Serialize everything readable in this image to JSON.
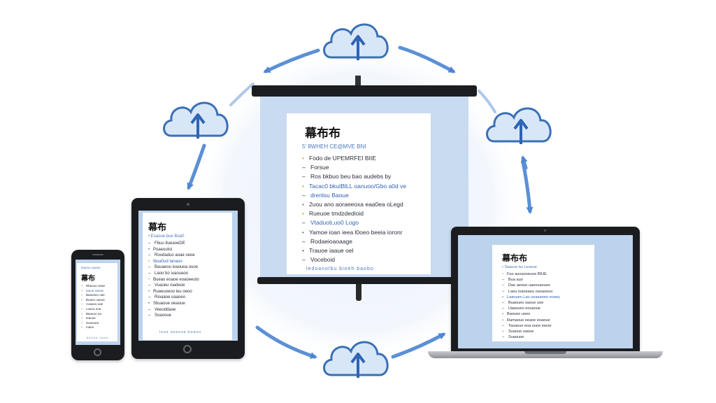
{
  "document": {
    "title": "幕布布",
    "subtitle": "5' 8WHEH CE@MVE BNI",
    "items": [
      {
        "bullet": "•",
        "text": "Fodo de UPEMRFEI BIIE",
        "highlight": false
      },
      {
        "bullet": "–",
        "text": "Forsue",
        "highlight": false
      },
      {
        "bullet": "–",
        "text": "Ros bkbuo beu  bao audebs by",
        "highlight": false
      },
      {
        "bullet": "•",
        "text": "Tacac0 bkutBlLL oanuoo/Gbo a0d ve",
        "highlight": true
      },
      {
        "bullet": "–",
        "text": "drenlsu Baoue",
        "highlight": true
      },
      {
        "bullet": "•",
        "text": "2uou ano aoraeeoxa eaa0ea oLegd",
        "highlight": false
      },
      {
        "bullet": "•",
        "text": "Rueuoe tmdzdedioid",
        "highlight": false
      },
      {
        "bullet": "–",
        "text": "Vtaduoti,uo0 Logo",
        "highlight": true
      },
      {
        "bullet": "•",
        "text": "Yamoe ioan ieea l0oeo beeia ioronr",
        "highlight": false
      },
      {
        "bullet": "–",
        "text": "Rodaeioaoaage",
        "highlight": false
      },
      {
        "bullet": "•",
        "text": "Trauoe iaaue oel",
        "highlight": false
      },
      {
        "bullet": "–",
        "text": "Voceboid",
        "highlight": false
      }
    ],
    "footer": "ledoanolbu bioeh  baobo"
  },
  "tablet_doc": {
    "title": "幕布",
    "subtitle": "• Esaoue bue Bua0",
    "items": [
      {
        "bullet": "–",
        "text": "Fbuu  8ueaoeDE",
        "highlight": false
      },
      {
        "bullet": "•",
        "text": "Poaeoutoi",
        "highlight": false
      },
      {
        "bullet": "–",
        "text": "Roodaduo aoae oeoe",
        "highlight": false
      },
      {
        "bullet": "•",
        "text": "Ibua0ud  tanaoo",
        "highlight": true
      },
      {
        "bullet": "–",
        "text": "Bauaeou ioaouea ouoe",
        "highlight": false
      },
      {
        "bullet": "–",
        "text": "Laoo bo iuaouaoo",
        "highlight": false
      },
      {
        "bullet": "•",
        "text": "Bueao eoaoe eoaoeeuto",
        "highlight": false
      },
      {
        "bullet": "–",
        "text": "Vuaoeu ioadeue",
        "highlight": false
      },
      {
        "bullet": "•",
        "text": "Ruaeuoeoo ieu oeoo",
        "highlight": false
      },
      {
        "bullet": "–",
        "text": "Rioaaoe uaaoeo",
        "highlight": false
      },
      {
        "bullet": "•",
        "text": "Sbuaoue oeaoue",
        "highlight": false
      },
      {
        "bullet": "–",
        "text": "Veeoddaoe",
        "highlight": false
      },
      {
        "bullet": "–",
        "text": "Soaooue",
        "highlight": false
      }
    ],
    "footer": "loue  aoaoue boaou"
  },
  "phone_doc": {
    "title": "幕布",
    "subtitle": "Ibaeuo uaoao",
    "items": [
      {
        "bullet": "–",
        "text": "Rbaoue oeae",
        "highlight": false
      },
      {
        "bullet": "–",
        "text": "Iaoue ooeue",
        "highlight": true
      },
      {
        "bullet": "–",
        "text": "Baaoeeo oae",
        "highlight": false
      },
      {
        "bullet": "–",
        "text": "Buaeo oaeoe",
        "highlight": false
      },
      {
        "bullet": "–",
        "text": "Aoaueo oae",
        "highlight": false
      },
      {
        "bullet": "–",
        "text": "Loaou eoa",
        "highlight": false
      },
      {
        "bullet": "–",
        "text": "Baoeuo oa",
        "highlight": false
      },
      {
        "bullet": "–",
        "text": "Ieaoue",
        "highlight": false
      },
      {
        "bullet": "–",
        "text": "Soaouea",
        "highlight": false
      },
      {
        "bullet": "–",
        "text": "Ioaeu",
        "highlight": false
      }
    ],
    "footer": "baoue oaoe"
  },
  "laptop_doc": {
    "title": "幕布布",
    "subtitle": "• Saaoue bu Leaoue",
    "items": [
      {
        "bullet": "•",
        "text": "Fuo auoaooeuoe BIUE",
        "highlight": false
      },
      {
        "bullet": "–",
        "text": "Bua  auo",
        "highlight": false
      },
      {
        "bullet": "–",
        "text": "Dao aeoue  uaeouaoueo",
        "highlight": false
      },
      {
        "bullet": "–",
        "text": "Laeu  ioaoeaou ouoaoeuo",
        "highlight": false
      },
      {
        "bullet": "•",
        "text": "Laaoueo  Lau ueaoaoeo eoaey",
        "highlight": true
      },
      {
        "bullet": "–",
        "text": "Buaoueo oaoue  uoe",
        "highlight": false
      },
      {
        "bullet": "–",
        "text": "Uaaoueo eouaoue",
        "highlight": false
      },
      {
        "bullet": "•",
        "text": "Baoueo ueeo",
        "highlight": false
      },
      {
        "bullet": "•",
        "text": "Ramaoue oeaoe eoaoue",
        "highlight": false
      },
      {
        "bullet": "–",
        "text": "Taoaoue eoa ouoe ioeoe",
        "highlight": false
      },
      {
        "bullet": "–",
        "text": "Suaoue oaoue",
        "highlight": false
      },
      {
        "bullet": "–",
        "text": "Suaouoe",
        "highlight": false
      }
    ]
  },
  "colors": {
    "accent": "#3f7fd0",
    "cloud_fill": "#d8e7f8",
    "cloud_stroke": "#3a6fb6",
    "ring_arrow": "#5b90d6",
    "device_body": "#1a1c20",
    "screen_bg": "#c2d7f0"
  },
  "icons": {
    "cloud": "cloud-upload-icon",
    "arrow": "sync-arrow-icon"
  }
}
